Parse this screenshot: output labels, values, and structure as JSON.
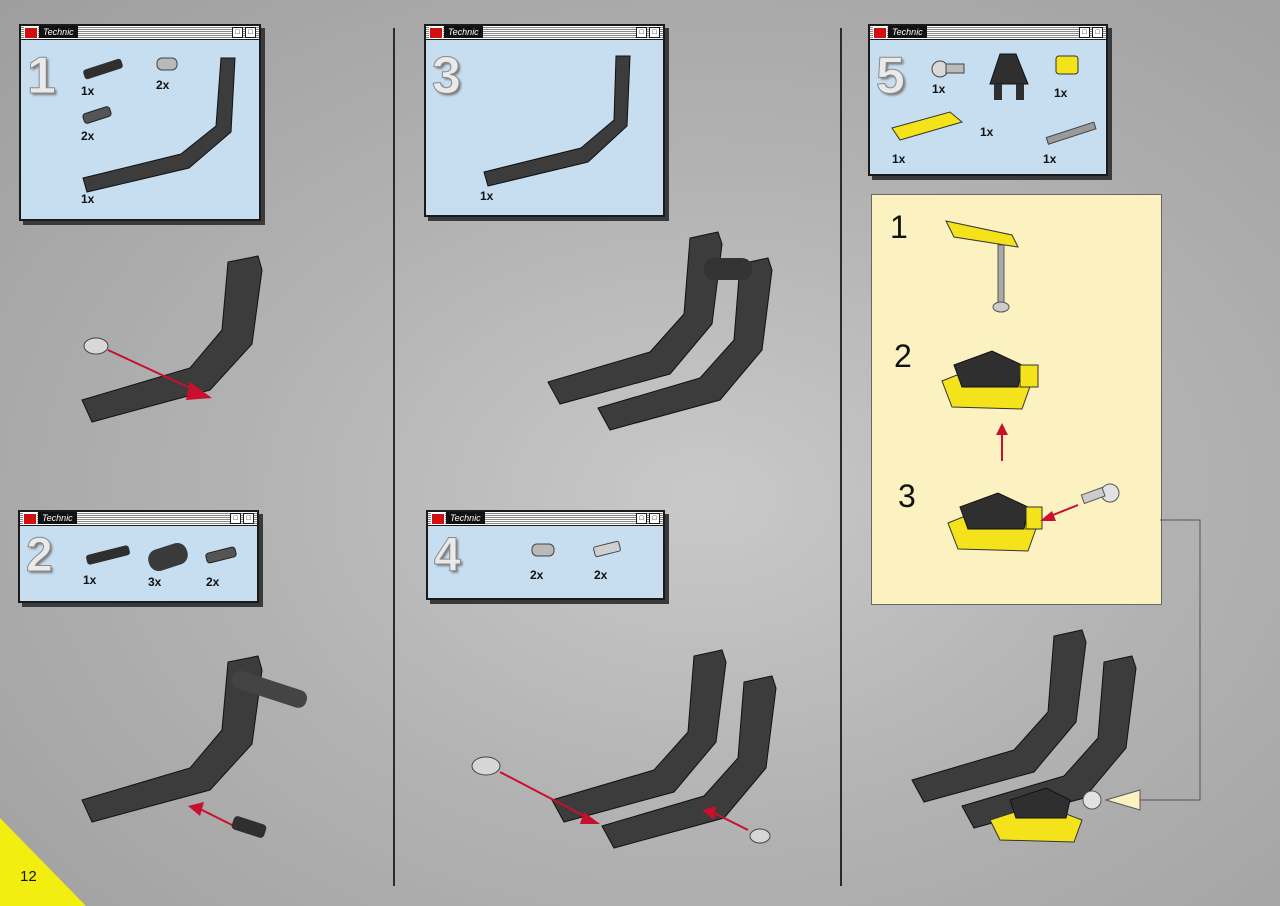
{
  "page": {
    "number": "12"
  },
  "window_title": "Technic",
  "window_buttons": [
    "□",
    "□"
  ],
  "steps": [
    {
      "number": "1",
      "quantities": [
        "1x",
        "2x",
        "2x",
        "1x"
      ]
    },
    {
      "number": "2",
      "quantities": [
        "1x",
        "3x",
        "2x"
      ]
    },
    {
      "number": "3",
      "quantities": [
        "1x"
      ]
    },
    {
      "number": "4",
      "quantities": [
        "2x",
        "2x"
      ]
    },
    {
      "number": "5",
      "quantities": [
        "1x",
        "1x",
        "1x",
        "1x",
        "1x"
      ]
    }
  ],
  "substeps": [
    "1",
    "2",
    "3"
  ],
  "colors": {
    "part_dark": "#3c3c3c",
    "part_yellow": "#f4e21a",
    "arrow_red": "#c8102e",
    "panel_blue": "#c6def0",
    "panel_cream": "#fbf1c1",
    "corner_yellow": "#f2ee10"
  }
}
